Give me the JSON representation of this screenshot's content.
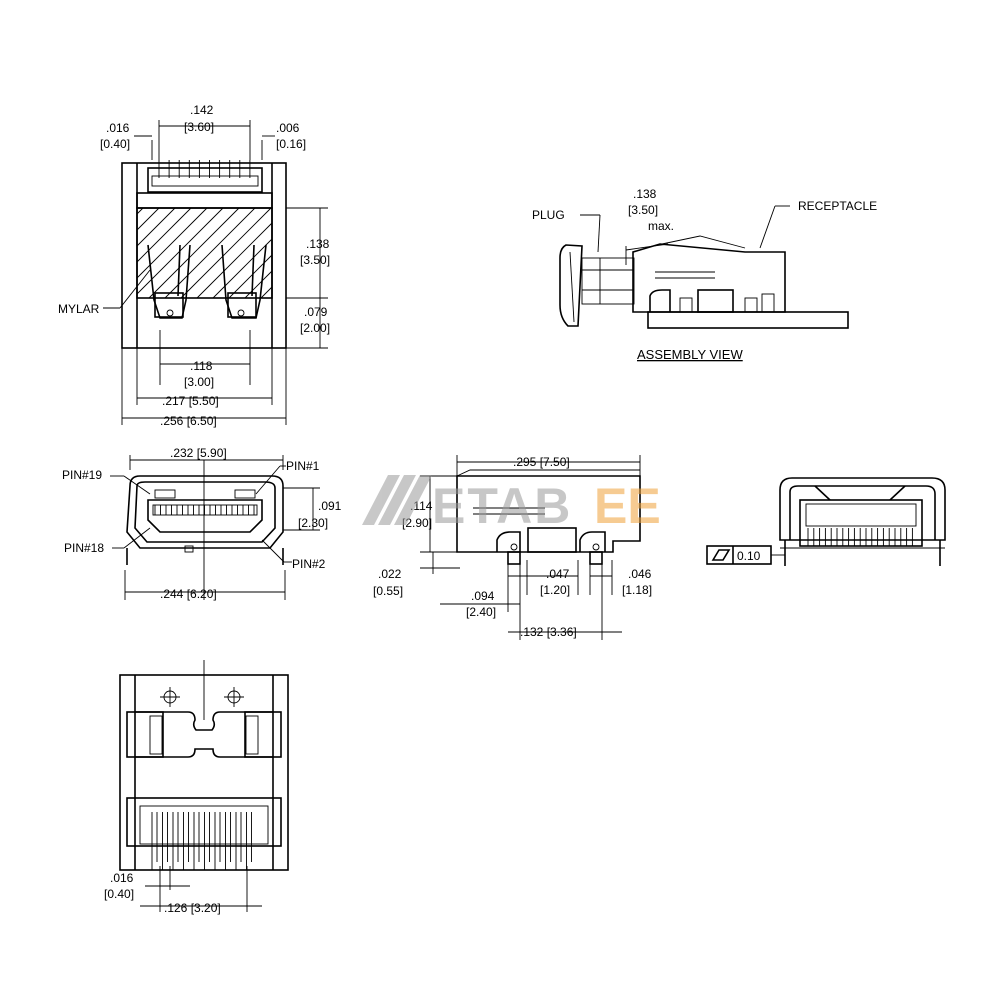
{
  "front_view": {
    "dims": {
      "pin_width_in": ".016",
      "pin_width_mm": "[0.40]",
      "pitch_span_in": ".142",
      "pitch_span_mm": "[3.60]",
      "tail_in": ".006",
      "tail_mm": "[0.16]",
      "height_in": ".138",
      "height_mm": "[3.50]",
      "lower_in": ".079",
      "lower_mm": "[2.00]",
      "latch_in": ".118",
      "latch_mm": "[3.00]",
      "inner_width": ".217 [5.50]",
      "outer_width": ".256 [6.50]"
    },
    "mylar_label": "MYLAR"
  },
  "assembly_view": {
    "plug_label": "PLUG",
    "receptacle_label": "RECEPTACLE",
    "insert_in": ".138",
    "insert_mm": "[3.50]",
    "insert_note": "max.",
    "title": "ASSEMBLY VIEW"
  },
  "pin_view": {
    "top_width": ".232 [5.90]",
    "bottom_width": ".244 [6.20]",
    "height_in": ".091",
    "height_mm": "[2.30]",
    "pin19": "PIN#19",
    "pin1": "PIN#1",
    "pin18": "PIN#18",
    "pin2": "PIN#2"
  },
  "side_view": {
    "length": ".295 [7.50]",
    "height_in": ".114",
    "height_mm": "[2.90]",
    "offset_in": ".022",
    "offset_mm": "[0.55]",
    "peg_in": ".094",
    "peg_mm": "[2.40]",
    "hole_in": ".047",
    "hole_mm": "[1.20]",
    "hole2_in": ".046",
    "hole2_mm": "[1.18]",
    "peg_span": ".132 [3.36]"
  },
  "end_view": {
    "flatness_value": "0.10"
  },
  "bottom_view": {
    "pin_width_in": ".016",
    "pin_width_mm": "[0.40]",
    "pitch": ".126 [3.20]"
  },
  "watermark": {
    "text": "ETAB",
    "suffix": "EE"
  },
  "colors": {
    "line": "#000000",
    "watermark_gray": "#9a9a9a",
    "watermark_orange": "#f0a23a"
  }
}
